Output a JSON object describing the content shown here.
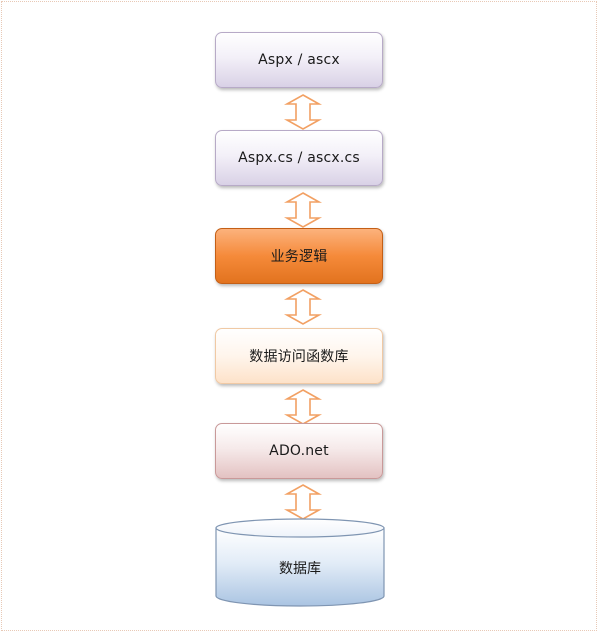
{
  "layers": [
    {
      "label": "Aspx / ascx"
    },
    {
      "label": "Aspx.cs / ascx.cs"
    },
    {
      "label": "业务逻辑"
    },
    {
      "label": "数据访问函数库"
    },
    {
      "label": "ADO.net"
    }
  ],
  "database": {
    "label": "数据库"
  },
  "colors": {
    "arrow_stroke": "#f2a063",
    "orange_box": "#f58a3a",
    "purple_box": "#d9d1e6",
    "pink_box": "#e3c2c2",
    "peach_box": "#fde2c9",
    "db_fill": "#b8cfe8",
    "db_stroke": "#7f95b2"
  }
}
